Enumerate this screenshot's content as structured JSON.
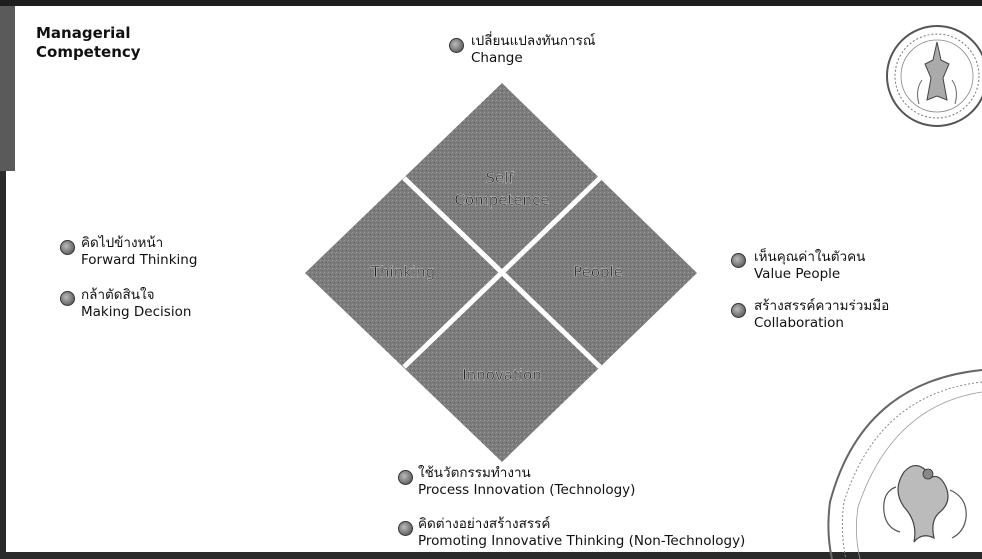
{
  "title": {
    "line1": "Managerial",
    "line2": "Competency"
  },
  "quadrants": {
    "top": "Self\nCompetence",
    "left": "Thinking",
    "right": "People",
    "bottom": "Innovation"
  },
  "labels": {
    "change": {
      "th": "เปลี่ยนแปลงทันการณ์",
      "en": "Change"
    },
    "forward": {
      "th": "คิดไปข้างหน้า",
      "en": "Forward Thinking"
    },
    "decision": {
      "th": "กล้าตัดสินใจ",
      "en": "Making Decision"
    },
    "value": {
      "th": "เห็นคุณค่าในตัวคน",
      "en": "Value People"
    },
    "collab": {
      "th": "สร้างสรรค์ความร่วมมือ",
      "en": "Collaboration"
    },
    "process": {
      "th": "ใช้นวัตกรรมทำงาน",
      "en": "Process Innovation (Technology)"
    },
    "promote": {
      "th": "คิดต่างอย่างสร้างสรรค์",
      "en": "Promoting Innovative Thinking (Non-Technology)"
    }
  },
  "colors": {
    "diamond": "#7a7a7a",
    "divider": "#ffffff",
    "text": "#111111"
  }
}
